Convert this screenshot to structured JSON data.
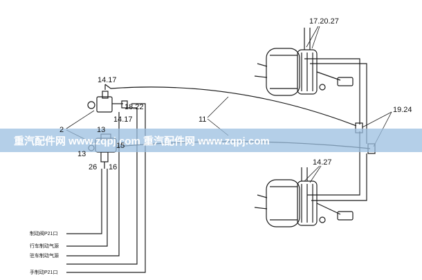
{
  "labels": {
    "l17_20_27": "17.20.27",
    "l14_17_top": "14.17",
    "l18_22": "18.22",
    "l14_17_mid": "14.17",
    "l11": "11",
    "l19_24": "19.24",
    "l2": "2",
    "l13_top": "13",
    "l13_bottom": "13",
    "l15": "15",
    "l26": "26",
    "l16": "16",
    "l14_27": "14.27"
  },
  "legend": {
    "line1": "制动阀P21口",
    "line2": "行车制动气源",
    "line3": "驻车制动气源",
    "line4": "手制动P21口"
  },
  "watermark": {
    "text": "重汽配件网 www.zqpj.com  重汽配件网 www.zqpj.com"
  },
  "colors": {
    "line": "#1a1a1a",
    "watermark_band": "#9bbfe0"
  }
}
